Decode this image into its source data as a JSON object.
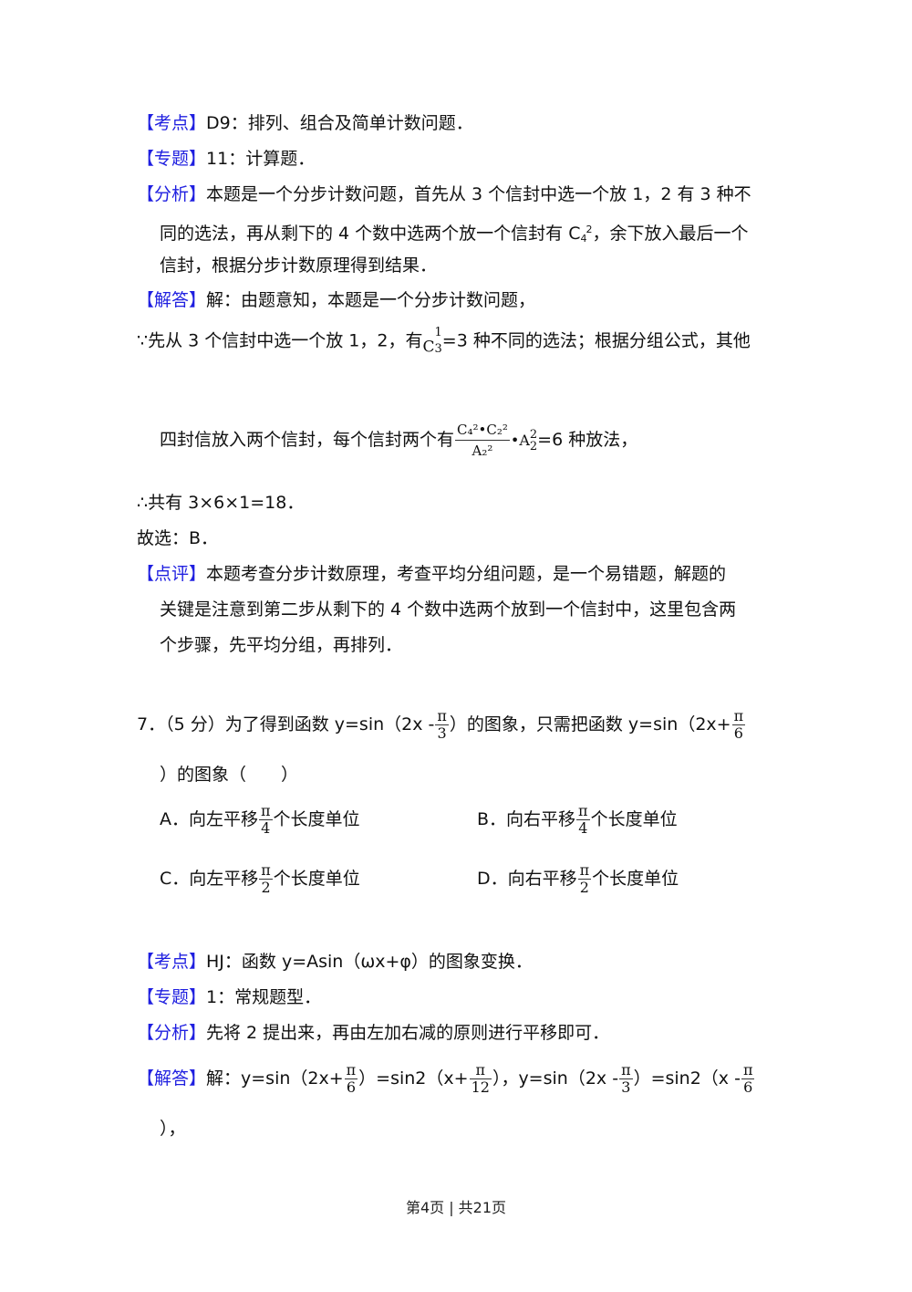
{
  "q6_solution": {
    "kaodian": {
      "tag": "【考点】",
      "text": "D9：排列、组合及简单计数问题．"
    },
    "zhuanti": {
      "tag": "【专题】",
      "text": "11：计算题．"
    },
    "fenxi": {
      "tag": "【分析】",
      "line1": "本题是一个分步计数问题，首先从 3 个信封中选一个放 1，2 有 3 种不",
      "line2_a": "同的选法，再从剩下的 4 个数中选两个放一个信封有 C",
      "line2_sub": "4",
      "line2_sup": "2",
      "line2_b": "，余下放入最后一个",
      "line3": "信封，根据分步计数原理得到结果．"
    },
    "jieda": {
      "tag": "【解答】",
      "line1": "解：由题意知，本题是一个分步计数问题，",
      "line2_a": "∵先从 3 个信封中选一个放 1，2，有",
      "line2_c": "C",
      "line2_c_sub": "3",
      "line2_c_sup": "1",
      "line2_b": "=3 种不同的选法；根据分组公式，其他",
      "line3_a": "四封信放入两个信封，每个信封两个有",
      "frac_num": "C₄²•C₂²",
      "frac_den": "A₂²",
      "line3_mid": "•A",
      "line3_sub": "2",
      "line3_sup": "2",
      "line3_b": "=6 种放法，",
      "line4": "∴共有 3×6×1=18．",
      "line5": "故选：B．"
    },
    "dianping": {
      "tag": "【点评】",
      "line1": "本题考查分步计数原理，考查平均分组问题，是一个易错题，解题的",
      "line2": "关键是注意到第二步从剩下的 4 个数中选两个放到一个信封中，这里包含两",
      "line3": "个步骤，先平均分组，再排列．"
    }
  },
  "q7": {
    "stem_a": "7．（5 分）为了得到函数 y=sin（2x -",
    "frac1_num": "π",
    "frac1_den": "3",
    "stem_b": "）的图象，只需把函数 y=sin（2x+",
    "frac2_num": "π",
    "frac2_den": "6",
    "stem_c": "）的图象（　　）",
    "options": [
      {
        "label": "A．向左平移",
        "num": "π",
        "den": "4",
        "tail": "个长度单位"
      },
      {
        "label": "B．向右平移",
        "num": "π",
        "den": "4",
        "tail": "个长度单位"
      },
      {
        "label": "C．向左平移",
        "num": "π",
        "den": "2",
        "tail": "个长度单位"
      },
      {
        "label": "D．向右平移",
        "num": "π",
        "den": "2",
        "tail": "个长度单位"
      }
    ]
  },
  "q7_solution": {
    "kaodian": {
      "tag": "【考点】",
      "text": "HJ：函数 y=Asin（ωx+φ）的图象变换．"
    },
    "zhuanti": {
      "tag": "【专题】",
      "text": "1：常规题型．"
    },
    "fenxi": {
      "tag": "【分析】",
      "text": "先将 2 提出来，再由左加右减的原则进行平移即可．"
    },
    "jieda": {
      "tag": "【解答】",
      "p1": "解：y=sin（2x+",
      "f1n": "π",
      "f1d": "6",
      "p2": "）=sin2（x+",
      "f2n": "π",
      "f2d": "12",
      "p3": "），y=sin（2x -",
      "f3n": "π",
      "f3d": "3",
      "p4": "）=sin2（x -",
      "f4n": "π",
      "f4d": "6",
      "line2": "），"
    }
  },
  "footer": {
    "text": "第4页 | 共21页"
  },
  "colors": {
    "tag": "#1f1fe0",
    "text": "#111111"
  }
}
